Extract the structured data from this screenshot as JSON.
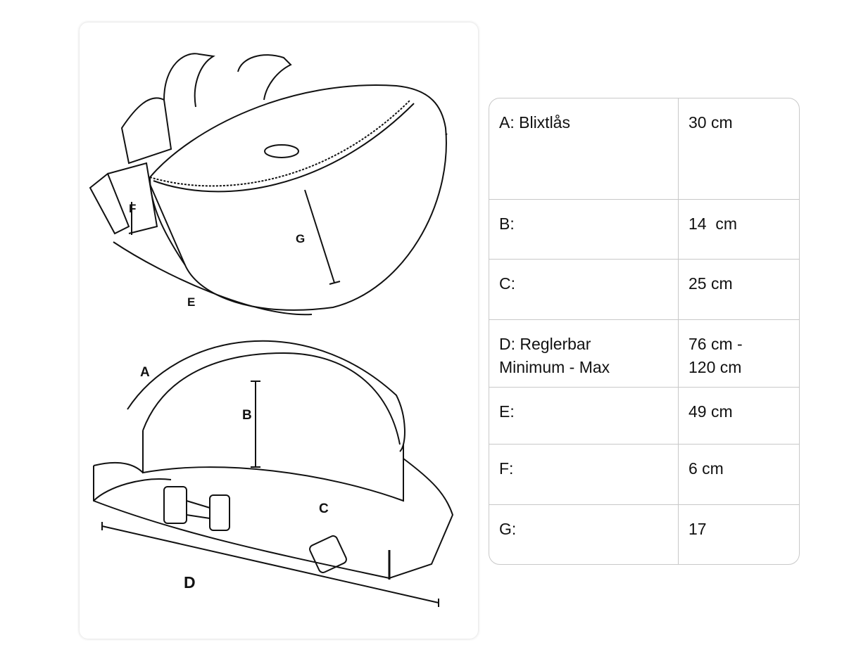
{
  "diagram": {
    "labels": {
      "A": "A",
      "B": "B",
      "C": "C",
      "D": "D",
      "E": "E",
      "F": "F",
      "G": "G"
    }
  },
  "table": {
    "rows": [
      {
        "label": "A: Blixtlås",
        "value": "30 cm"
      },
      {
        "label": "B:",
        "value": "14  cm"
      },
      {
        "label": "C:",
        "value": "25 cm"
      },
      {
        "label": "D: Reglerbar Minimum - Max",
        "value": "76 cm - 120 cm"
      },
      {
        "label": "E:",
        "value": "49 cm"
      },
      {
        "label": "F:",
        "value": "6 cm"
      },
      {
        "label": "G:",
        "value": "17"
      }
    ]
  }
}
